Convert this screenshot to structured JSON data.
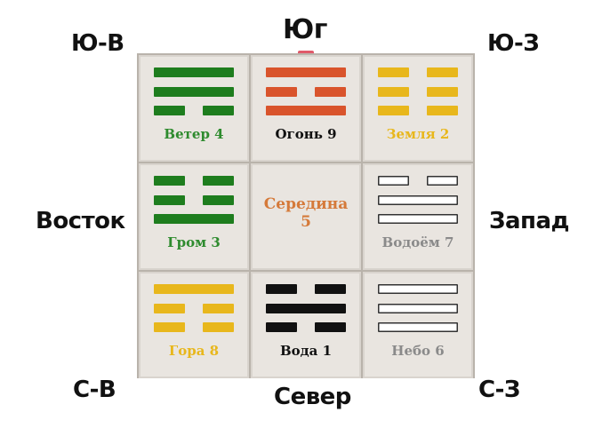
{
  "directions": {
    "south": "Юг",
    "southeast": "Ю-В",
    "southwest": "Ю-З",
    "east": "Восток",
    "west": "Запад",
    "northeast": "С-В",
    "northwest": "С-З",
    "north": "Север"
  },
  "colors": {
    "wind": "#1e7d1e",
    "fire": "#d9542c",
    "earth": "#e8b71c",
    "thunder": "#1e7d1e",
    "lake": "#ffffff",
    "mountain": "#e8b71c",
    "water": "#111111",
    "heaven": "#ffffff",
    "center": "#d57a3a"
  },
  "cells": {
    "wind": {
      "label": "Ветер 4",
      "label_color": "#2e8b2e",
      "color": "#1e7d1e",
      "lines": [
        "solid",
        "solid",
        "broken"
      ]
    },
    "fire": {
      "label": "Огонь 9",
      "label_color": "#111111",
      "color": "#d9542c",
      "lines": [
        "solid",
        "broken",
        "solid"
      ]
    },
    "earth": {
      "label": "Земля 2",
      "label_color": "#e8b71c",
      "color": "#e8b71c",
      "lines": [
        "broken",
        "broken",
        "broken"
      ]
    },
    "thunder": {
      "label": "Гром 3",
      "label_color": "#2e8b2e",
      "color": "#1e7d1e",
      "lines": [
        "broken",
        "broken",
        "solid"
      ]
    },
    "center": {
      "label_line1": "Середина",
      "label_line2": "5"
    },
    "lake": {
      "label": "Водоём 7",
      "label_color": "#8a8a8a",
      "color": "#ffffff",
      "lines": [
        "broken",
        "solid",
        "solid"
      ]
    },
    "mountain": {
      "label": "Гора 8",
      "label_color": "#e8b71c",
      "color": "#e8b71c",
      "lines": [
        "solid",
        "broken",
        "broken"
      ]
    },
    "water": {
      "label": "Вода 1",
      "label_color": "#111111",
      "color": "#111111",
      "lines": [
        "broken",
        "solid",
        "broken"
      ]
    },
    "heaven": {
      "label": "Небо 6",
      "label_color": "#8a8a8a",
      "color": "#ffffff",
      "lines": [
        "solid",
        "solid",
        "solid"
      ]
    }
  }
}
